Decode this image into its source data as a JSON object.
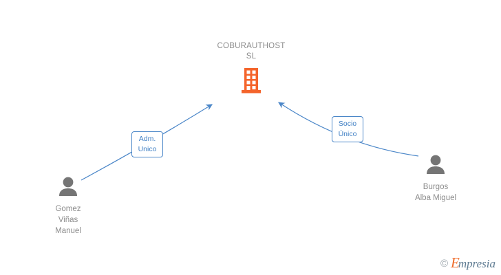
{
  "diagram": {
    "type": "corporate-relationship-graph",
    "background": "#ffffff",
    "company": {
      "name": "COBURAUTHOST\nSL",
      "icon": "building-icon",
      "icon_color": "#f4642b",
      "text_color": "#8c8c8c"
    },
    "persons": [
      {
        "id": "gomez",
        "name": "Gomez\nViñas\nManuel",
        "icon": "person-icon",
        "icon_color": "#757575",
        "text_color": "#8c8c8c"
      },
      {
        "id": "burgos",
        "name": "Burgos\nAlba Miguel",
        "icon": "person-icon",
        "icon_color": "#757575",
        "text_color": "#8c8c8c"
      }
    ],
    "relations": [
      {
        "id": "adm-unico",
        "label": "Adm.\nUnico",
        "from": "gomez",
        "to": "company",
        "edge_color": "#4a86c8",
        "label_border": "#4a86c8",
        "label_text_color": "#3f7fc4"
      },
      {
        "id": "socio-unico",
        "label": "Socio\nÚnico",
        "from": "burgos",
        "to": "company",
        "edge_color": "#4a86c8",
        "label_border": "#4a86c8",
        "label_text_color": "#3f7fc4"
      }
    ]
  },
  "watermark": {
    "copyright": "©",
    "brand_initial": "E",
    "brand_rest": "mpresia",
    "initial_color": "#ef6c2b",
    "rest_color": "#5d7a91"
  }
}
